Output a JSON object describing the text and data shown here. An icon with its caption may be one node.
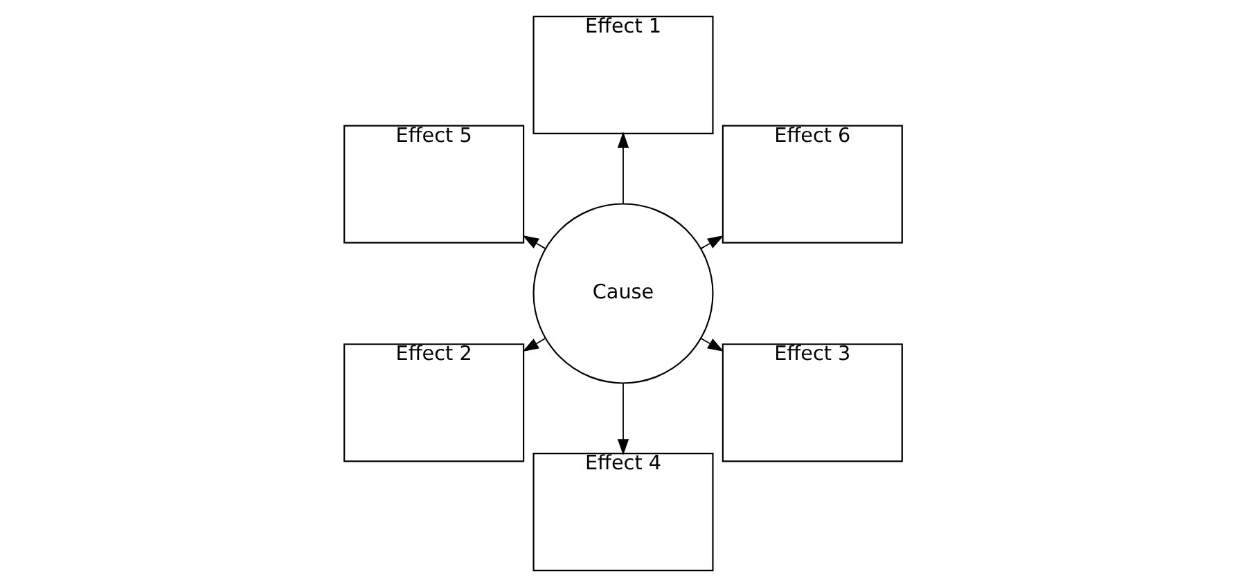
{
  "diagram": {
    "nodes": [
      {
        "text": [
          "Effect 6"
        ]
      },
      {
        "text": [
          "Effect 1"
        ]
      },
      {
        "text": [
          "Effect 5"
        ]
      },
      {
        "text": [
          "Cause"
        ]
      },
      {
        "text": [
          "Effect 2"
        ]
      },
      {
        "text": [
          "Effect 4"
        ]
      },
      {
        "text": [
          "Effect 3"
        ]
      }
    ],
    "edges": [
      {
        "from": 3,
        "to": 1,
        "arrow": "to"
      },
      {
        "from": 3,
        "to": 4,
        "arrow": "to"
      },
      {
        "from": 3,
        "to": 6,
        "arrow": "to"
      },
      {
        "from": 3,
        "to": 5,
        "arrow": "to"
      },
      {
        "from": 3,
        "to": 2,
        "arrow": "to"
      },
      {
        "from": 3,
        "to": 0,
        "arrow": "to"
      }
    ]
  }
}
